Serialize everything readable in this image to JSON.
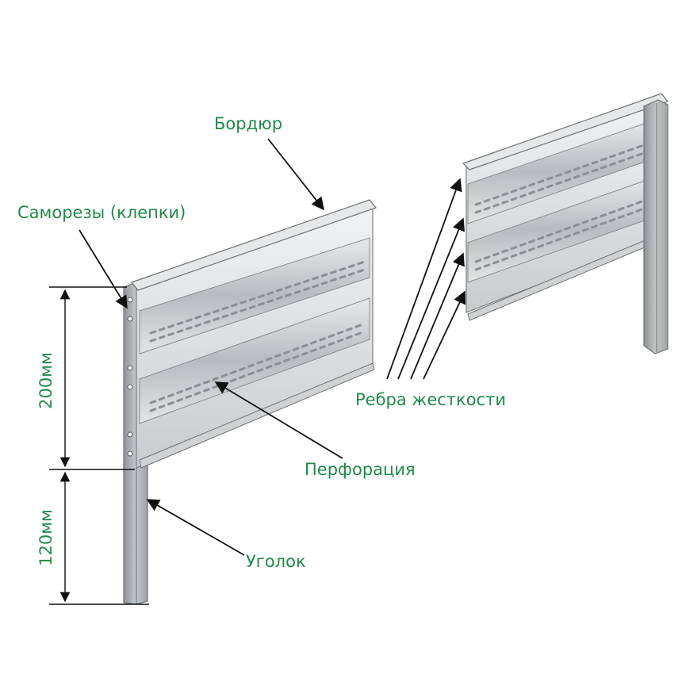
{
  "labels": {
    "border": "Бордюр",
    "screws": "Саморезы (клепки)",
    "perforation": "Перфорация",
    "ribs": "Ребра жесткости",
    "corner": "Уголок"
  },
  "dimensions": {
    "upper": "200мм",
    "lower": "120мм"
  },
  "colors": {
    "label": "#1f8a4c",
    "line": "#111111",
    "metal": "#d4d6d8",
    "metal_dark": "#9a9da1",
    "metal_edge": "#6e7175"
  }
}
